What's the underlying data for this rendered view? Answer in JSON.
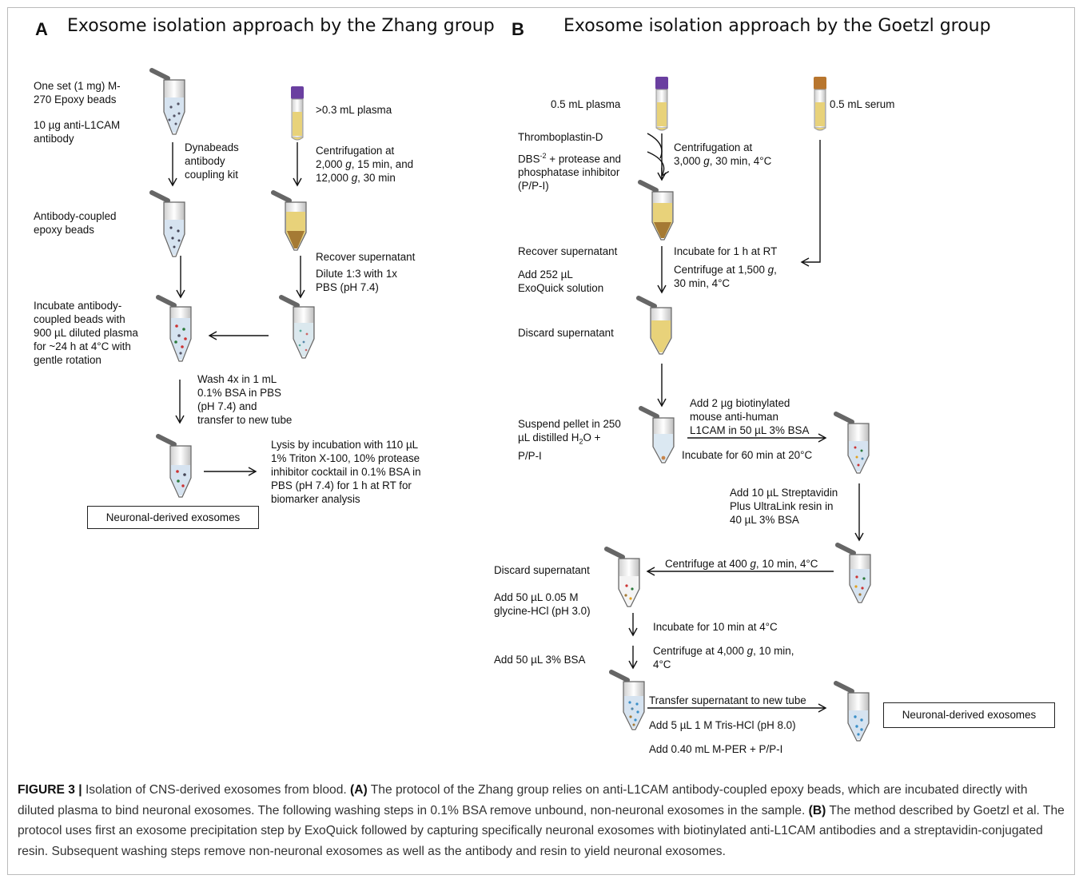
{
  "panelA": {
    "letter": "A",
    "title": "Exosome isolation approach by the Zhang group",
    "beads_label": "One set (1 mg) M-\n270 Epoxy beads",
    "antibody_label": "10 µg anti-L1CAM\nantibody",
    "plasma_label": ">0.3 mL plasma",
    "dynabeads_label": "Dynabeads\nantibody\ncoupling kit",
    "centrifugation_label_1": "Centrifugation at\n2,000 ",
    "centrifugation_g1": "g",
    "centrifugation_label_2": ", 15 min, and\n12,000 ",
    "centrifugation_g2": "g",
    "centrifugation_label_3": ", 30 min",
    "coupled_label": "Antibody-coupled\nepoxy beads",
    "recover_label": "Recover supernatant",
    "dilute_label": "Dilute 1:3 with 1x\nPBS (pH 7.4)",
    "incubate_label": "Incubate antibody-\ncoupled beads with\n900 µL diluted plasma\nfor ~24 h at 4°C with\ngentle rotation",
    "wash_label": "Wash 4x in 1 mL\n0.1% BSA in PBS\n(pH 7.4) and\ntransfer to new tube",
    "lysis_label": "Lysis by incubation with 110 µL\n1% Triton X-100, 10% protease\ninhibitor cocktail in 0.1% BSA in\nPBS (pH 7.4) for 1 h at RT for\nbiomarker analysis",
    "result_box": "Neuronal-derived exosomes"
  },
  "panelB": {
    "letter": "B",
    "title": "Exosome isolation approach by the Goetzl group",
    "plasma_label": "0.5 mL plasma",
    "serum_label": "0.5 mL serum",
    "thromboplastin_label": "Thromboplastin-D",
    "dbs_label_pre": "DBS",
    "dbs_sup": "-2",
    "dbs_label_post": " + protease and\nphosphatase inhibitor\n(P/P-I)",
    "centrifugation_label_pre": "Centrifugation at\n3,000 ",
    "centrifugation_g": "g",
    "centrifugation_label_post": ", 30 min, 4°C",
    "recover_label": "Recover supernatant",
    "incubate_rt_label": "Incubate for 1 h at RT",
    "add_exoquick_label": "Add 252 µL\nExoQuick solution",
    "centrifuge_1500_pre": "Centrifuge at 1,500 ",
    "centrifuge_1500_g": "g",
    "centrifuge_1500_post": ",\n30 min, 4°C",
    "discard1_label": "Discard supernatant",
    "suspend_label_pre": "Suspend pellet in 250\nµL distilled H",
    "suspend_sub": "2",
    "suspend_label_post": "O +\nP/P-I",
    "add_biotin_label": "Add 2 µg biotinylated\nmouse anti-human\nL1CAM in 50 µL 3% BSA",
    "incubate60_label": "Incubate for 60 min at 20°C",
    "streptavidin_label": "Add 10 µL Streptavidin\nPlus UltraLink resin in\n40 µL 3% BSA",
    "centrifuge400_pre": "Centrifuge at 400 ",
    "centrifuge400_g": "g",
    "centrifuge400_post": ", 10 min, 4°C",
    "discard2_label": "Discard supernatant",
    "glycine_label": "Add 50 µL 0.05 M\nglycine-HCl (pH  3.0)",
    "incubate10_label": "Incubate for 10 min at 4°C",
    "add_bsa_label": "Add 50 µL 3% BSA",
    "centrifuge4000_pre": "Centrifuge at 4,000 ",
    "centrifuge4000_g": "g",
    "centrifuge4000_post": ", 10 min,\n4°C",
    "transfer_label": "Transfer supernatant to new tube",
    "tris_label": "Add 5 µL 1 M Tris-HCl (pH 8.0)",
    "mper_label": "Add 0.40 mL M-PER + P/P-I",
    "result_box": "Neuronal-derived exosomes"
  },
  "caption": {
    "figure_label": "FIGURE 3 |",
    "intro": " Isolation of CNS-derived exosomes from blood. ",
    "a_tag": "(A)",
    "a_text": " The protocol of the Zhang group relies on anti-L1CAM antibody-coupled epoxy beads, which are incubated directly with diluted plasma to bind neuronal exosomes. The following washing steps in 0.1% BSA remove unbound, non-neuronal exosomes in the sample. ",
    "b_tag": "(B)",
    "b_text": " The method described by Goetzl et al. The protocol uses first an exosome precipitation step by ExoQuick followed by capturing specifically neuronal exosomes with biotinylated anti-L1CAM antibodies and a streptavidin-conjugated resin. Subsequent washing steps remove non-neuronal exosomes as well as the antibody and resin to yield neuronal exosomes."
  },
  "colors": {
    "plasma_yellow": "#e8d27a",
    "pellet_brown": "#a57a34",
    "buffer_blue": "#d6e3f0",
    "cap_purple": "#6a3fa0",
    "cap_orange": "#b8762e"
  }
}
